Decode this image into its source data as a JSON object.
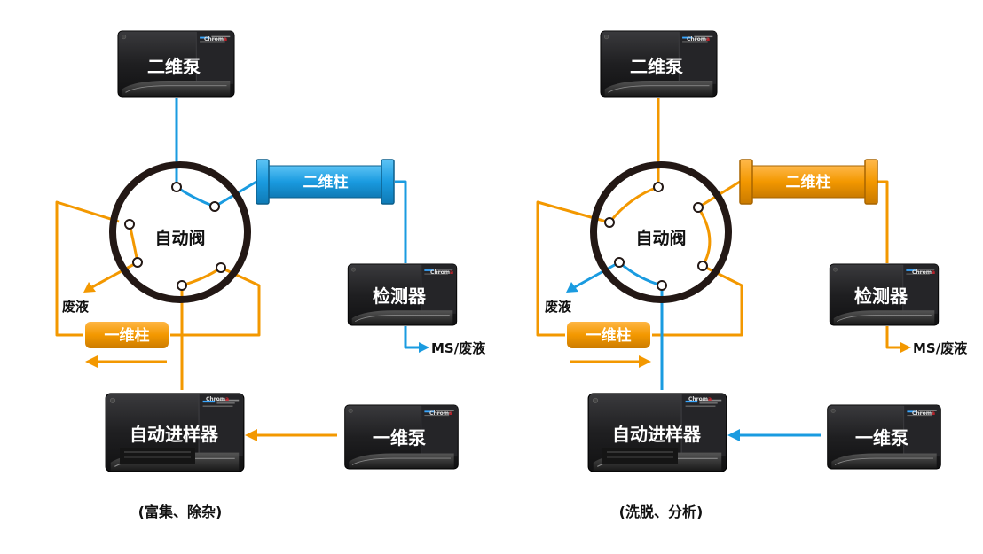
{
  "colors": {
    "loading_flow": "#f39800",
    "elution_flow": "#1a9be0",
    "valve_ring": "#231815",
    "instrument_body": "#1d1d1f",
    "brand_accent": "#d9232d"
  },
  "brand": {
    "logo_prefix": "Chrom",
    "logo_suffix": "a"
  },
  "diagrams": [
    {
      "caption": "(富集、除杂)",
      "valve_label": "自动阀",
      "pump2_label": "二维泵",
      "column2_label": "二维柱",
      "detector_label": "检测器",
      "outlet_label": "MS/废液",
      "waste_label": "废液",
      "column1_label": "一维柱",
      "autosampler_label": "自动进样器",
      "pump1_label": "一维泵"
    },
    {
      "caption": "(洗脱、分析)",
      "valve_label": "自动阀",
      "pump2_label": "二维泵",
      "column2_label": "二维柱",
      "detector_label": "检测器",
      "outlet_label": "MS/废液",
      "waste_label": "废液",
      "column1_label": "一维柱",
      "autosampler_label": "自动进样器",
      "pump1_label": "一维泵"
    }
  ]
}
